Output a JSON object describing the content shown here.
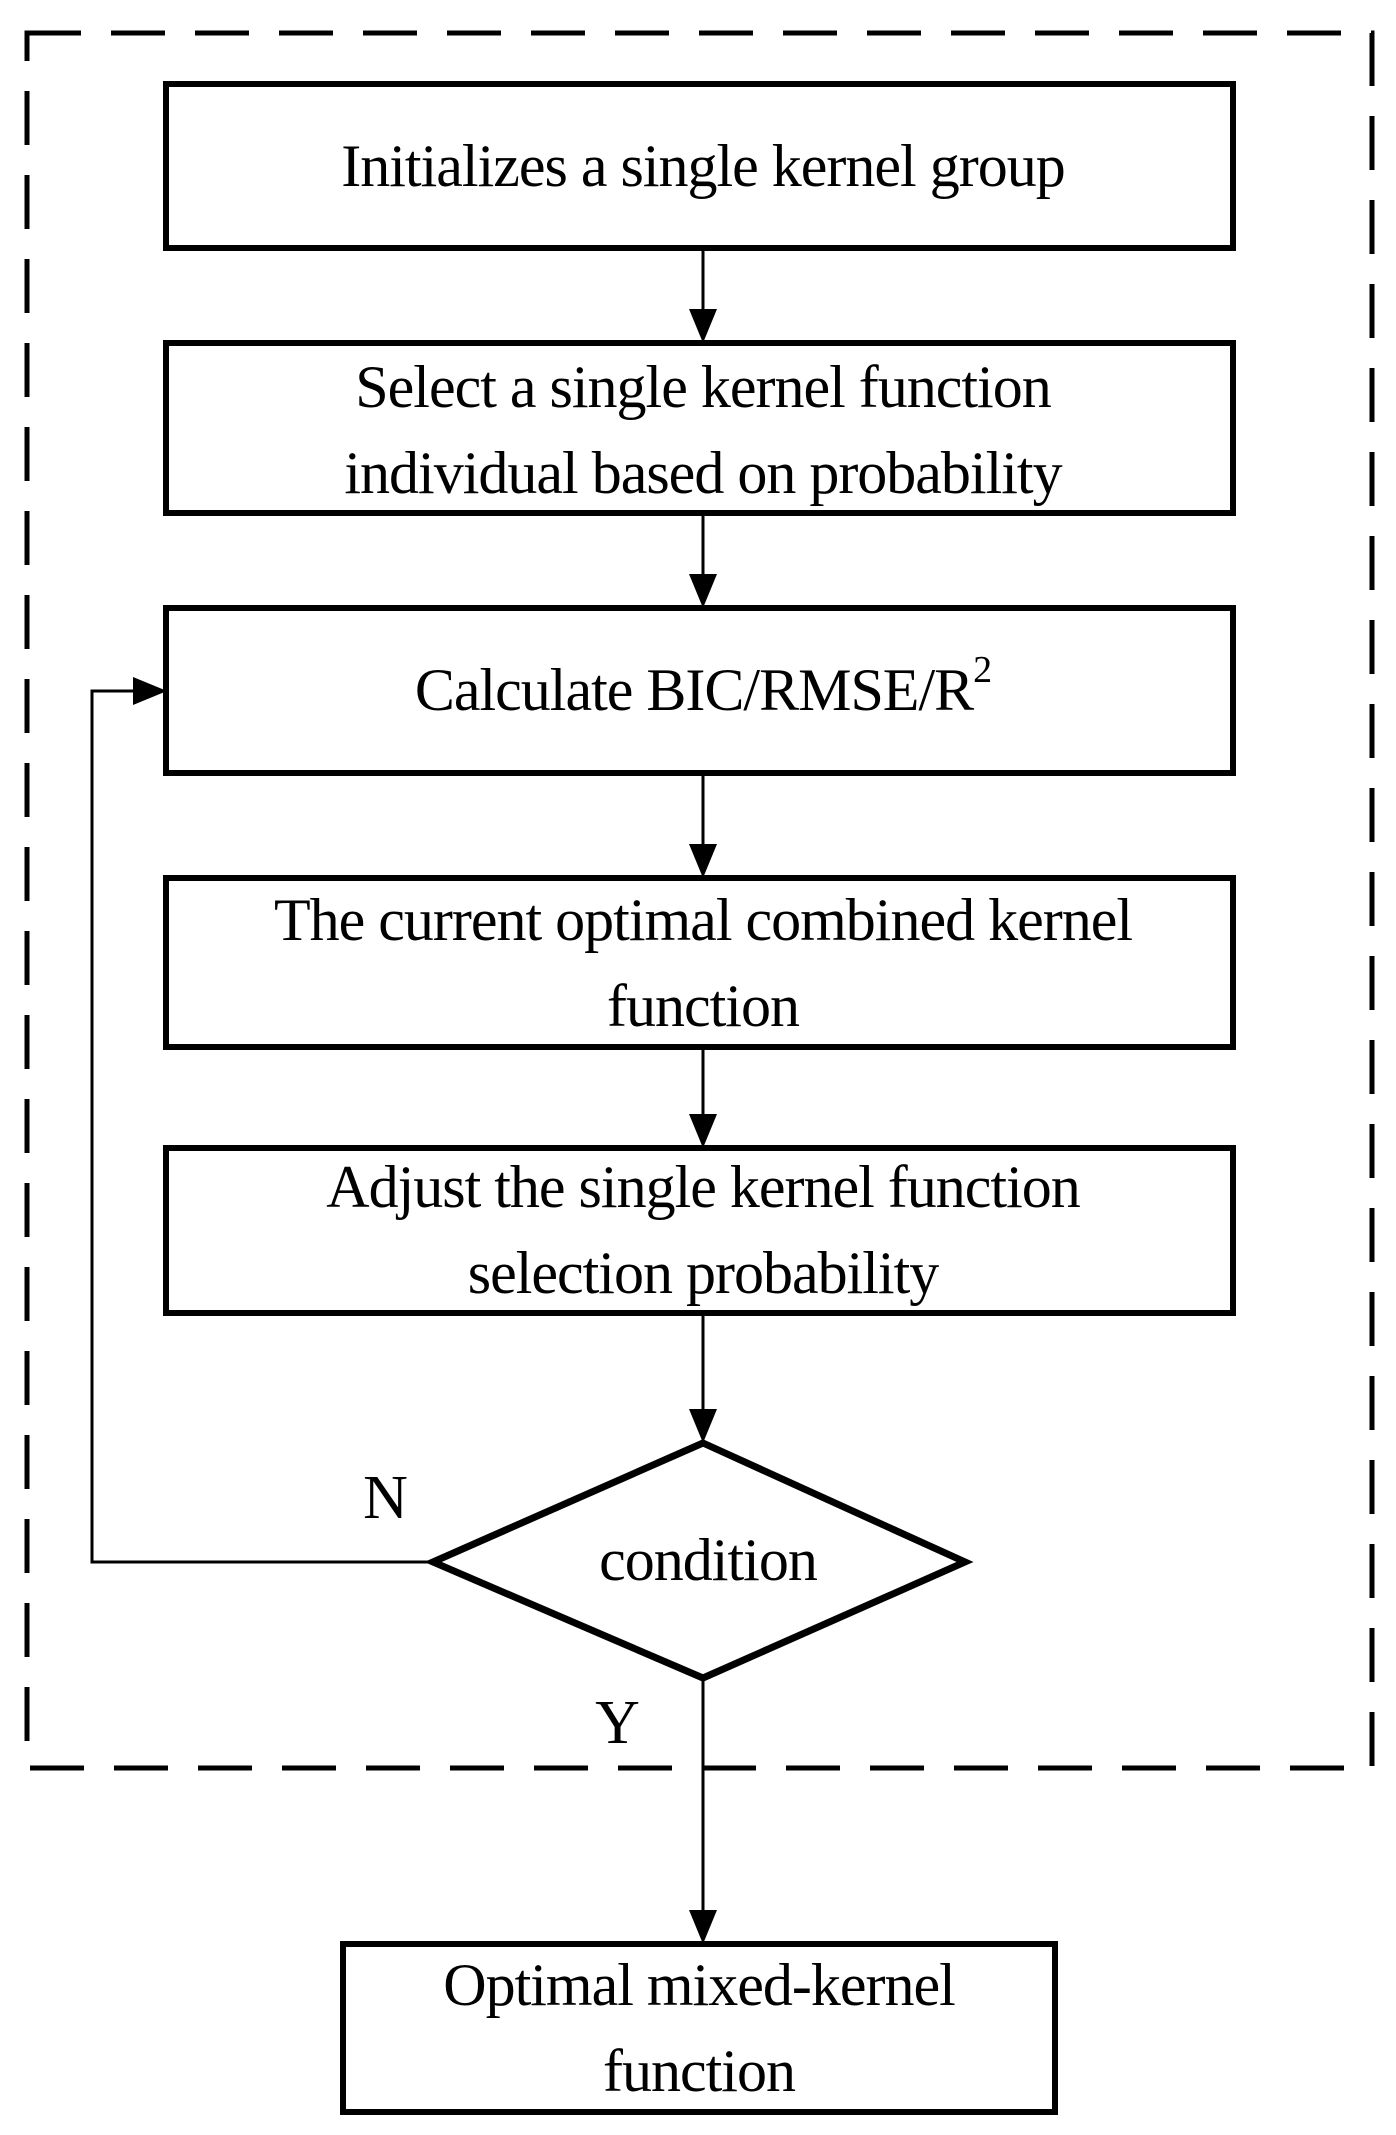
{
  "flowchart": {
    "nodes": {
      "init": {
        "label": "Initializes a single kernel group"
      },
      "select": {
        "line1": "Select a single kernel function",
        "line2": "individual based on probability"
      },
      "calculate": {
        "label": "Calculate BIC/RMSE/R",
        "superscript": "2"
      },
      "current": {
        "line1": "The current optimal combined kernel",
        "line2": "function"
      },
      "adjust": {
        "line1": "Adjust the single kernel function",
        "line2": "selection probability"
      },
      "condition": {
        "label": "condition"
      },
      "optimal": {
        "line1": "Optimal mixed-kernel",
        "line2": "function"
      }
    },
    "branch_labels": {
      "no": "N",
      "yes": "Y"
    },
    "colors": {
      "stroke": "#000000",
      "process_fill": "#ffffff",
      "terminal_fill": "#d9d9d9",
      "background": "#ffffff"
    }
  }
}
